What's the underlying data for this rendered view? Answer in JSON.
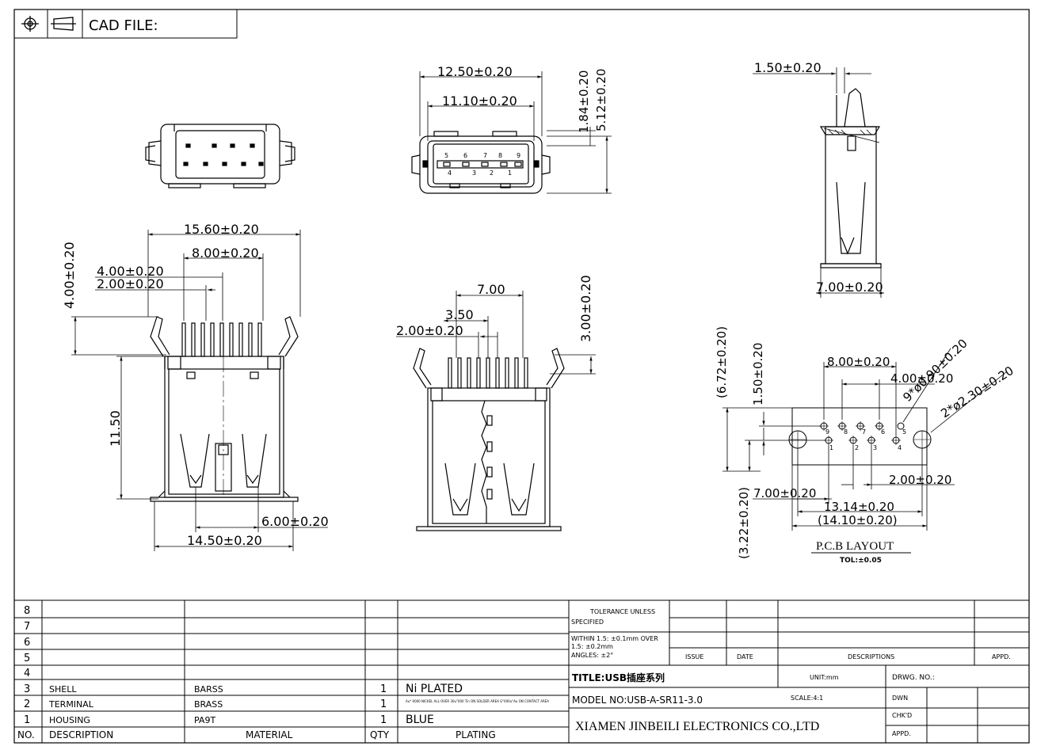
{
  "header": {
    "cad_file_label": "CAD FILE:",
    "projection_symbol": "third-angle-projection-icon"
  },
  "dimensions": {
    "top_width_outer": "12.50±0.20",
    "top_width_inner": "11.10±0.20",
    "top_h1": "1.84±0.20",
    "top_h2": "5.12±0.20",
    "side_top": "1.50±0.20",
    "side_bottom": "7.00±0.20",
    "main_overall": "15.60±0.20",
    "main_pitch8": "8.00±0.20",
    "main_pitch4": "4.00±0.20",
    "main_pitch2": "2.00±0.20",
    "main_pin_h": "4.00±0.20",
    "main_body_h": "11.50",
    "main_base1": "6.00±0.20",
    "main_base2": "14.50±0.20",
    "mid_700": "7.00",
    "mid_350": "3.50",
    "mid_200": "2.00±0.20",
    "mid_300": "3.00±0.20",
    "pcb_800": "8.00±0.20",
    "pcb_400": "4.00±0.20",
    "pcb_holes9": "9*ø0.90±0.20",
    "pcb_holes2": "2*ø2.30±0.20",
    "pcb_672": "(6.72±0.20)",
    "pcb_150": "1.50±0.20",
    "pcb_322": "(3.22±0.20)",
    "pcb_700": "7.00±0.20",
    "pcb_200": "2.00±0.20",
    "pcb_1314": "13.14±0.20",
    "pcb_1410": "(14.10±0.20)"
  },
  "pin_labels": {
    "front_top": [
      "5",
      "6",
      "7",
      "8",
      "9"
    ],
    "front_bottom": [
      "4",
      "3",
      "2",
      "1"
    ],
    "pcb_top": [
      "9",
      "8",
      "7",
      "6",
      "5"
    ],
    "pcb_bottom": [
      "1",
      "2",
      "3",
      "4"
    ]
  },
  "pcb_layout": {
    "title": "P.C.B  LAYOUT",
    "tolerance": "TOL:±0.05"
  },
  "bom": {
    "row_numbers": [
      "8",
      "7",
      "6",
      "5",
      "4",
      "3",
      "2",
      "1"
    ],
    "rows": [
      {
        "no": "3",
        "description": "SHELL",
        "material": "BARSS",
        "qty": "1",
        "plating": "Ni PLATED"
      },
      {
        "no": "2",
        "description": "TERMINAL",
        "material": "BRASS",
        "qty": "1",
        "plating": "Au* 0000 NICKEL ALL OVER 30u\"000 Tin ON SOLDER AREA G\"000u\"Au ON CONTACT AREA"
      },
      {
        "no": "1",
        "description": "HOUSING",
        "material": "PA9T",
        "qty": "1",
        "plating": "BLUE"
      }
    ],
    "headers": {
      "no": "NO.",
      "description": "DESCRIPTION",
      "material": "MATERIAL",
      "qty": "QTY",
      "plating": "PLATING"
    }
  },
  "title_block": {
    "tolerance_title": "TOLERANCE UNLESS",
    "tolerance_title2": "SPECIFIED",
    "tolerance_line1": "WITHIN 1.5: ±0.1mm OVER",
    "tolerance_line2": "1.5:  ±0.2mm",
    "tolerance_line3": "ANGLES: ±2°",
    "issue": "ISSUE",
    "date": "DATE",
    "descriptions": "DESCRIPTIONS",
    "appd": "APPD.",
    "title": "TITLE:USB插座系列",
    "unit": "UNIT:mm",
    "drwg_no": "DRWG. NO.:",
    "model": "MODEL NO:USB-A-SR11-3.0",
    "scale": "SCALE:4:1",
    "dwn": "DWN",
    "chkd": "CHK'D",
    "appd2": "APPD.",
    "company": "XIAMEN JINBEILI ELECTRONICS CO.,LTD"
  }
}
